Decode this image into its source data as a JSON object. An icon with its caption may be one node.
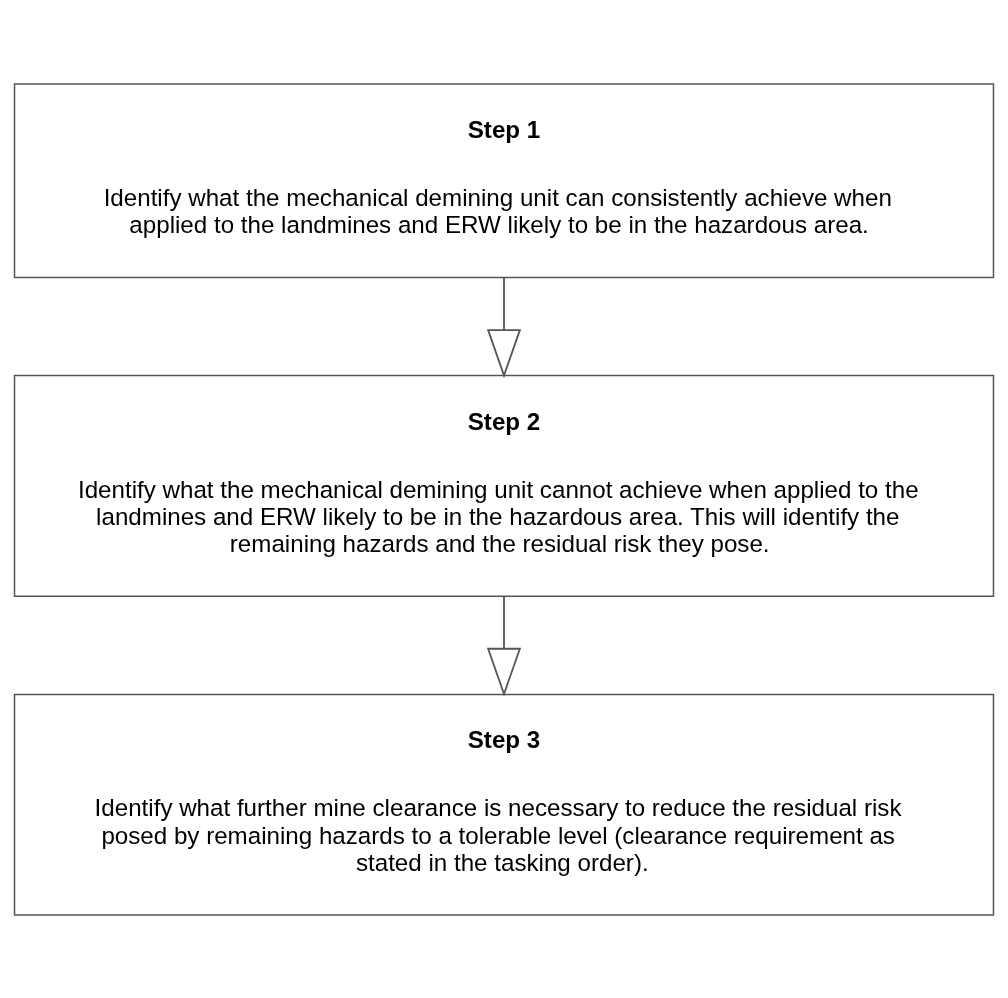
{
  "diagram": {
    "nodes": [
      {
        "text": [
          "Step 1",
          "Identify what the mechanical demining unit can consistently achieve when applied to the landmines and ERW likely to be in the hazardous area."
        ]
      },
      {
        "text": [
          "Step 2",
          "Identify what the mechanical demining unit cannot achieve when applied to the landmines and ERW likely to be in the hazardous area. This will identify the remaining hazards and the residual risk they pose."
        ]
      },
      {
        "text": [
          "Step 3",
          "Identify what further mine clearance is necessary to reduce the residual risk posed by remaining hazards to a tolerable level (clearance requirement as stated in the tasking order)."
        ]
      }
    ],
    "edges": [
      {
        "from": 0,
        "to": 1,
        "arrow": "to"
      },
      {
        "from": 1,
        "to": 2,
        "arrow": "to"
      }
    ]
  }
}
